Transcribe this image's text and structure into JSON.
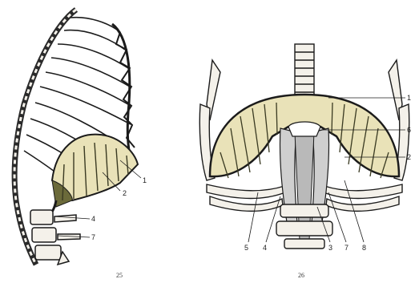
{
  "figures": [
    {
      "caption": "25",
      "labels": [
        "1",
        "2",
        "4",
        "7"
      ]
    },
    {
      "caption": "26",
      "labels": [
        "1",
        "6",
        "2",
        "5",
        "4",
        "3",
        "7",
        "8"
      ]
    }
  ],
  "colors": {
    "diaphragm_fill": "#e9e2b8",
    "diaphragm_shade": "#6b6a3a",
    "bone": "#f4f1ea",
    "ink": "#1b1b1b"
  }
}
